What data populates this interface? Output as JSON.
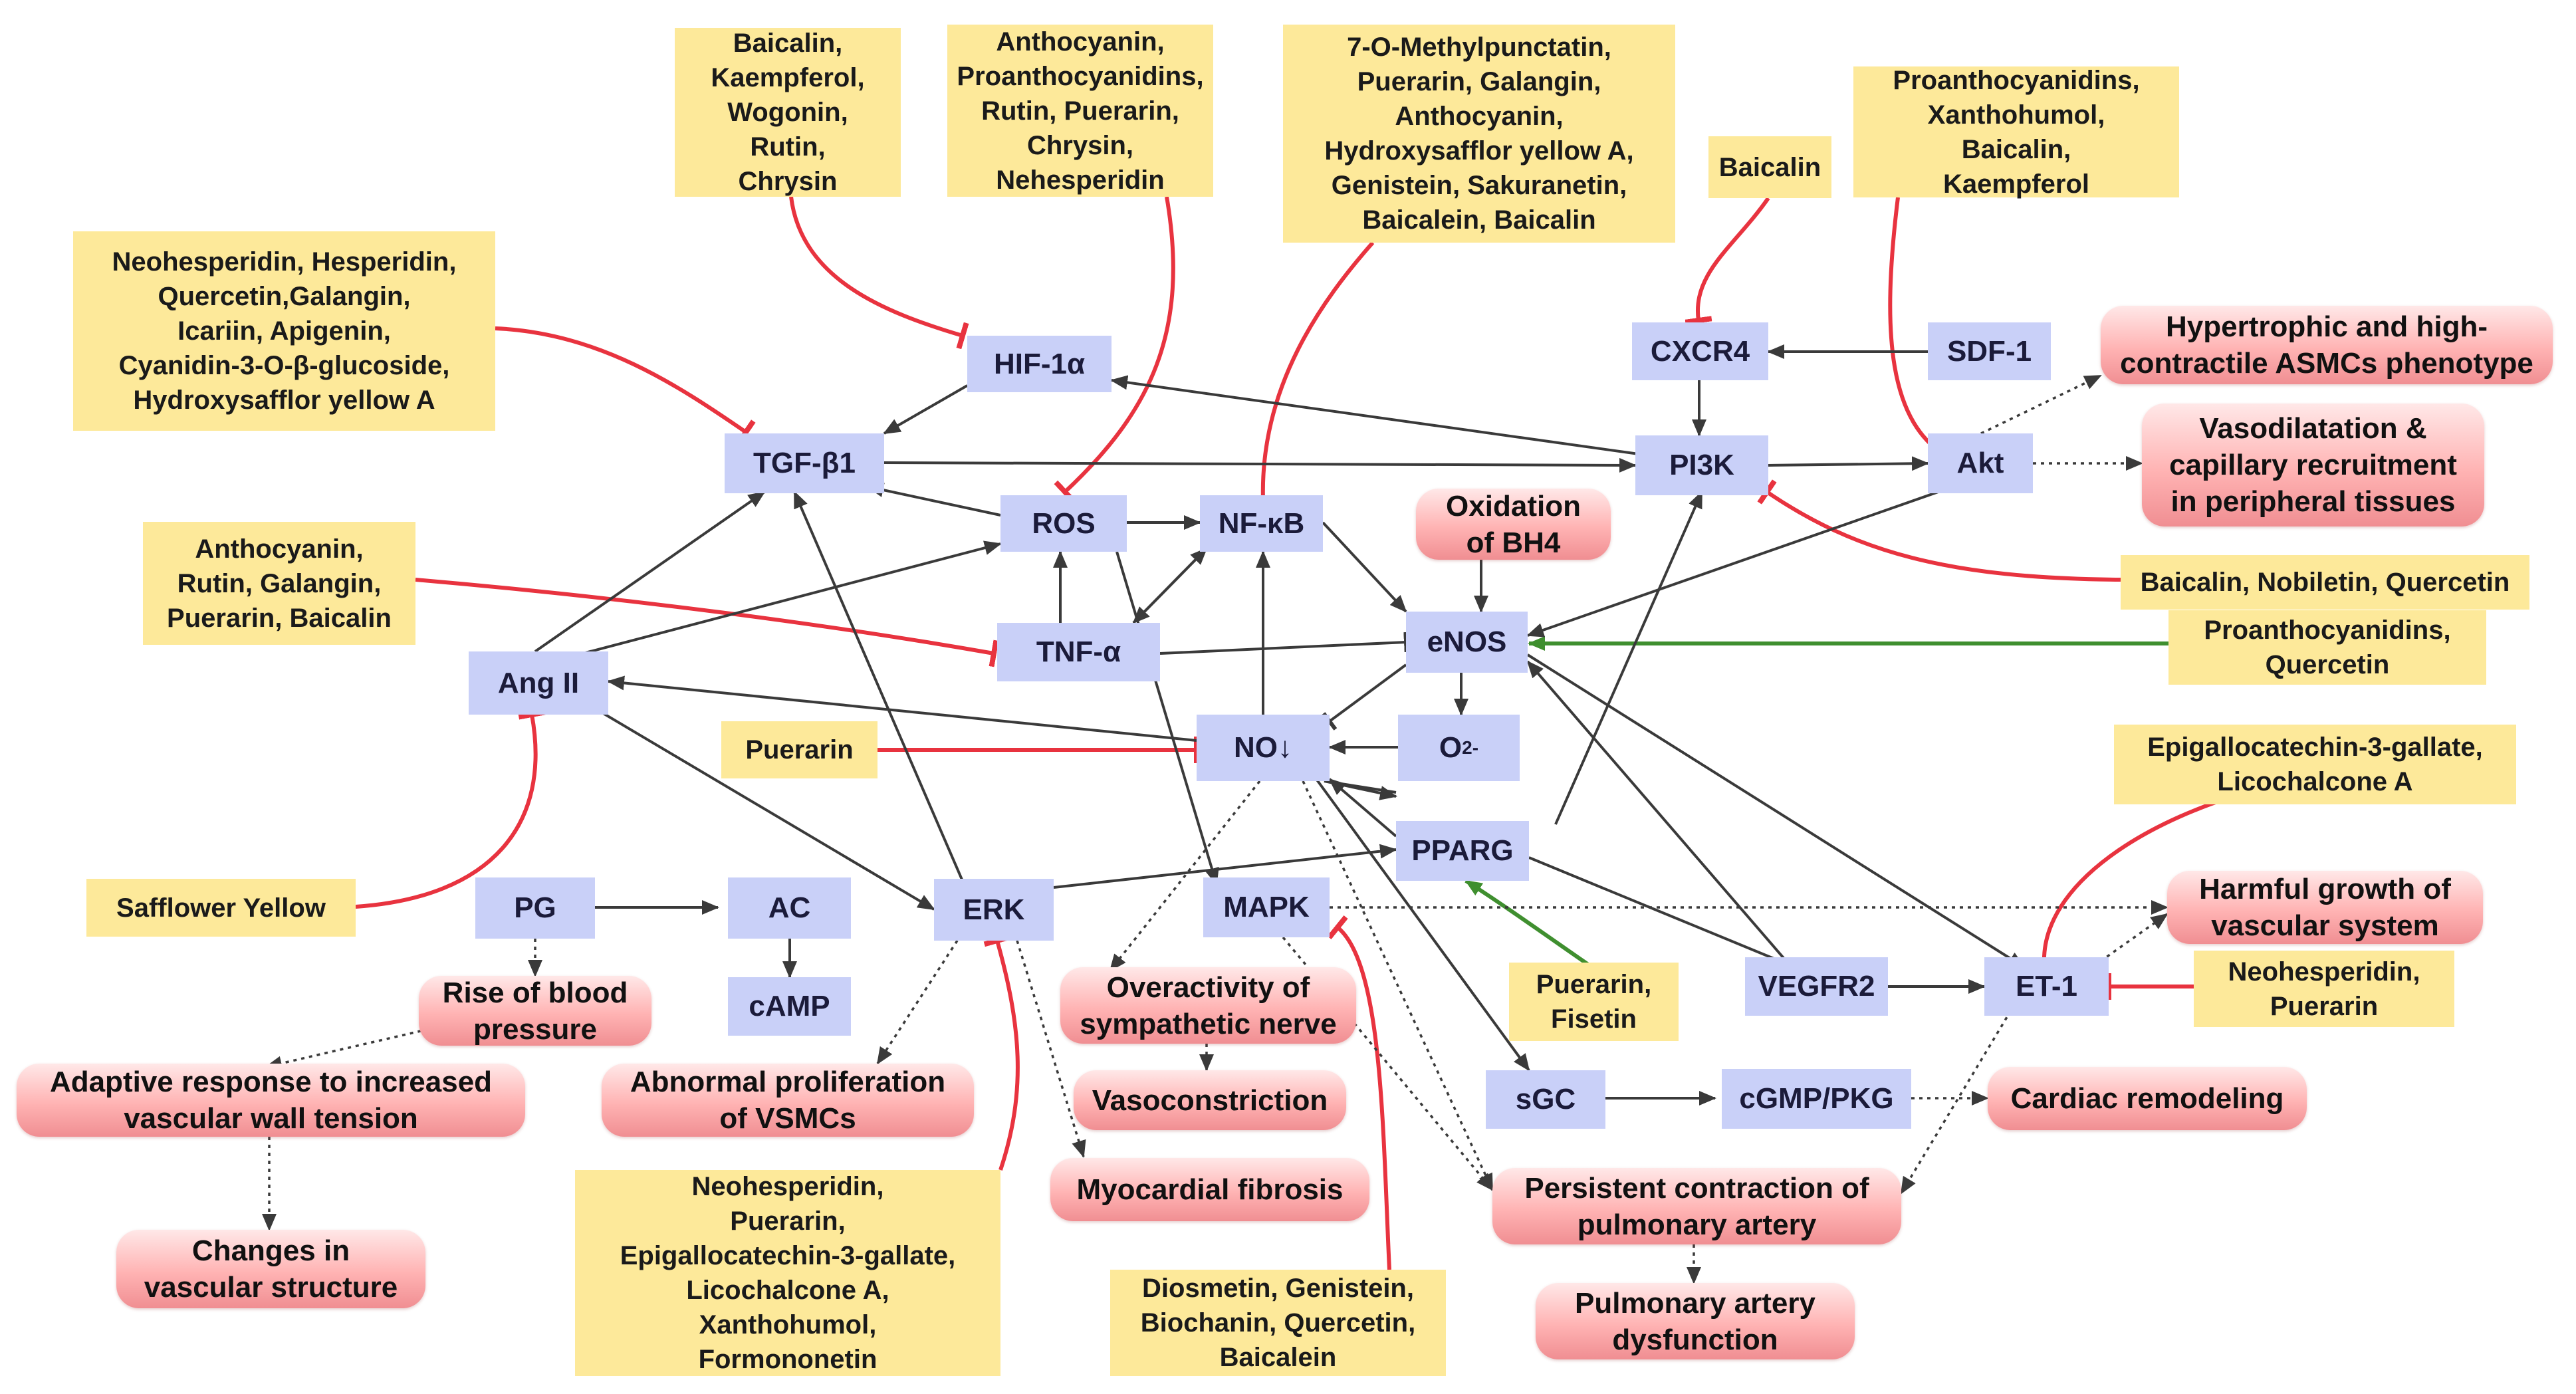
{
  "signaling": {
    "hif": "HIF-1α",
    "tgf": "TGF-β1",
    "ros": "ROS",
    "nfkb": "NF-κB",
    "tnf": "TNF-α",
    "cxcr4": "CXCR4",
    "sdf1": "SDF-1",
    "pi3k": "PI3K",
    "akt": "Akt",
    "angii": "Ang II",
    "enos": "eNOS",
    "no": "NO↓",
    "o2_base": "O",
    "o2_sup": "2-",
    "pparg": "PPARG",
    "pg": "PG",
    "ac": "AC",
    "camp": "cAMP",
    "erk": "ERK",
    "mapk": "MAPK",
    "vegfr2": "VEGFR2",
    "et1": "ET-1",
    "sgc": "sGC",
    "cgmp": "cGMP/PKG"
  },
  "molecules": {
    "m_hif": "Baicalin,\nKaempferol,\nWogonin,\nRutin,\nChrysin",
    "m_ros": "Anthocyanin,\nProanthocyanidins,\nRutin, Puerarin,\nChrysin,\nNehesperidin",
    "m_nfkb": "7-O-Methylpunctatin,\nPuerarin, Galangin,\nAnthocyanin,\nHydroxysafflor yellow A,\nGenistein, Sakuranetin,\nBaicalein, Baicalin",
    "m_cxcr4": "Baicalin",
    "m_akt": "Proanthocyanidins,\nXanthohumol,\nBaicalin,\nKaempferol",
    "m_tgf": "Neohesperidin, Hesperidin,\nQuercetin,Galangin,\nIcariin, Apigenin,\nCyanidin-3-O-β-glucoside,\nHydroxysafflor yellow A",
    "m_tnf": "Anthocyanin,\nRutin, Galangin,\nPuerarin, Baicalin",
    "m_pi3k": "Baicalin, Nobiletin, Quercetin",
    "m_enos": "Proanthocyanidins,\nQuercetin",
    "m_no": "Puerarin",
    "m_et1_top": "Epigallocatechin-3-gallate,\nLicochalcone A",
    "m_angii": "Safflower Yellow",
    "m_pparg": "Puerarin,\nFisetin",
    "m_et1": "Neohesperidin,\nPuerarin",
    "m_erk": "Neohesperidin,\nPuerarin,\nEpigallocatechin-3-gallate,\nLicochalcone A,\nXanthohumol,\nFormononetin",
    "m_mapk": "Diosmetin, Genistein,\nBiochanin, Quercetin,\nBaicalein"
  },
  "outcomes": {
    "asmc": "Hypertrophic and high-\ncontractile ASMCs phenotype",
    "vasodil": "Vasodilatation &\ncapillary recruitment\nin peripheral tissues",
    "bh4": "Oxidation\nof BH4",
    "bp": "Rise of blood\npressure",
    "adaptive": "Adaptive response to increased\nvascular wall tension",
    "vstruct": "Changes in\nvascular structure",
    "prolif": "Abnormal proliferation\nof VSMCs",
    "symp": "Overactivity of\nsympathetic nerve",
    "vasocon": "Vasoconstriction",
    "myo": "Myocardial fibrosis",
    "harmful": "Harmful growth of\nvascular system",
    "cardiac": "Cardiac remodeling",
    "pcpa": "Persistent contraction of\npulmonary artery",
    "pad": "Pulmonary artery\ndysfunction"
  },
  "colors": {
    "molecule_fill": "#fde99a",
    "signal_fill": "#c9d0f8",
    "outcome_fill": "#f5a3a6",
    "activation_edge": "#3a3a3a",
    "inhibition_edge": "#e8333f",
    "promotion_edge": "#3f8f2f"
  }
}
